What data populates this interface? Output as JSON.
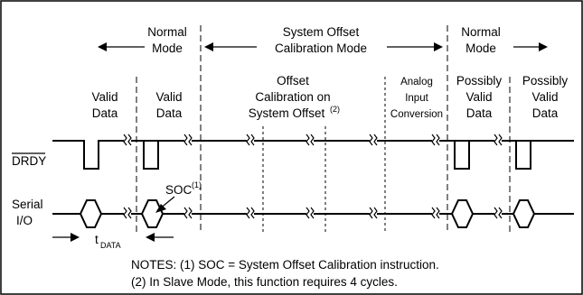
{
  "modes": {
    "normal_left": [
      "Normal",
      "Mode"
    ],
    "system_offset": [
      "System Offset",
      "Calibration Mode"
    ],
    "normal_right": [
      "Normal",
      "Mode"
    ]
  },
  "columns": {
    "valid_data_1": [
      "Valid",
      "Data"
    ],
    "valid_data_2": [
      "Valid",
      "Data"
    ],
    "offset_calibration": [
      "Offset",
      "Calibration on",
      "System Offset"
    ],
    "offset_calibration_sup": "(2)",
    "analog_input": [
      "Analog",
      "Input",
      "Conversion"
    ],
    "possibly_valid_1": [
      "Possibly",
      "Valid",
      "Data"
    ],
    "possibly_valid_2": [
      "Possibly",
      "Valid",
      "Data"
    ]
  },
  "signals": {
    "drdy": "DRDY",
    "serial_io": [
      "Serial",
      "I/O"
    ]
  },
  "annotations": {
    "soc": "SOC",
    "soc_sup": "(1)",
    "t_data": "t",
    "t_data_sub": "DATA"
  },
  "notes": {
    "line1": "NOTES: (1) SOC = System Offset Calibration instruction.",
    "line2": "(2) In Slave Mode, this function requires 4 cycles."
  }
}
